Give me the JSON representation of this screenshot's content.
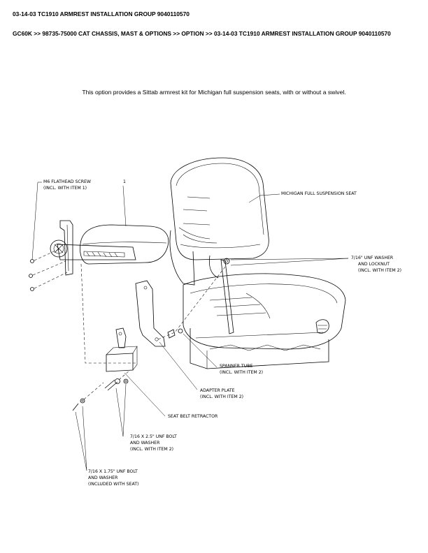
{
  "header": {
    "title": "03-14-03 TC1910 ARMREST INSTALLATION GROUP 9040110570",
    "breadcrumb": "GC60K >> 98735-75000 CAT CHASSIS, MAST & OPTIONS >> OPTION >> 03-14-03 TC1910 ARMREST INSTALLATION GROUP 9040110570"
  },
  "description": "This option provides a Sittab armrest kit for Michigan full suspension seats, with or without a swivel.",
  "diagram": {
    "item_number": "1",
    "labels": {
      "flathead_1": "M6 FLATHEAD SCREW",
      "flathead_2": "(INCL. WITH ITEM 1)",
      "seat": "MICHIGAN FULL SUSPENSION SEAT",
      "washer_1": "7/16\" UNF WASHER",
      "washer_2": "AND LOCKNUT",
      "washer_3": "(INCL. WITH ITEM 2)",
      "spanner_1": "SPANNER TUBE",
      "spanner_2": "(INCL. WITH ITEM 2)",
      "adapter_1": "ADAPTER PLATE",
      "adapter_2": "(INCL. WITH ITEM 2)",
      "retractor": "SEAT BELT RETRACTOR",
      "bolt25_1": "7/16 X 2.5\" UNF BOLT",
      "bolt25_2": "AND WASHER",
      "bolt25_3": "(INCL. WITH ITEM 2)",
      "bolt175_1": "7/16 X 1.75\" UNF BOLT",
      "bolt175_2": "AND WASHER",
      "bolt175_3": "(INCLUDED WITH SEAT)"
    }
  }
}
